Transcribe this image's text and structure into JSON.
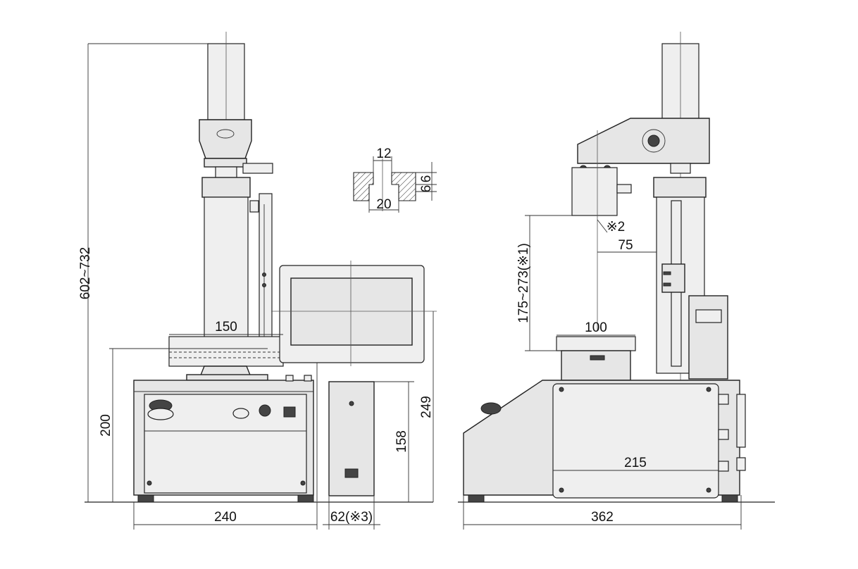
{
  "dimensions": {
    "height_total": "602~732",
    "height_table": "200",
    "table_width": "150",
    "base_width": "240",
    "controller_width": "62(※3)",
    "controller_height": "158",
    "monitor_height": "249",
    "slot_top": "12",
    "slot_bottom": "20",
    "slot_depth_1": "6",
    "slot_depth_2": "6",
    "note_2": "※2",
    "throat": "75",
    "stroke_range": "175~273(※1)",
    "table_depth": "100",
    "base_inner": "215",
    "side_depth": "362"
  }
}
